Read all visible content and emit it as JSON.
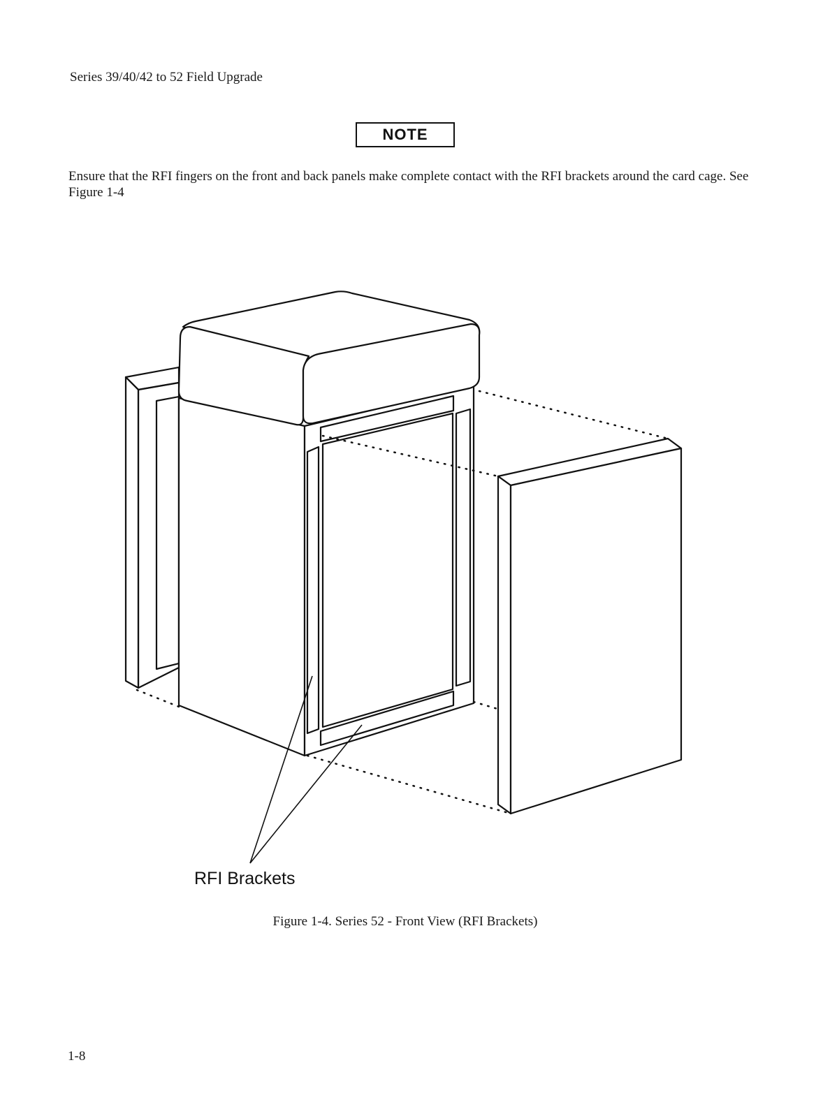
{
  "header": {
    "running_title": "Series 39/40/42 to 52 Field Upgrade"
  },
  "note": {
    "label": "NOTE",
    "text": "Ensure that the RFI fingers on the front and back panels make complete contact with the RFI brackets around the card cage. See Figure 1-4"
  },
  "figure": {
    "callout": "RFI Brackets",
    "caption": "Figure 1-4. Series 52 - Front View (RFI Brackets)"
  },
  "footer": {
    "page_number": "1-8"
  }
}
